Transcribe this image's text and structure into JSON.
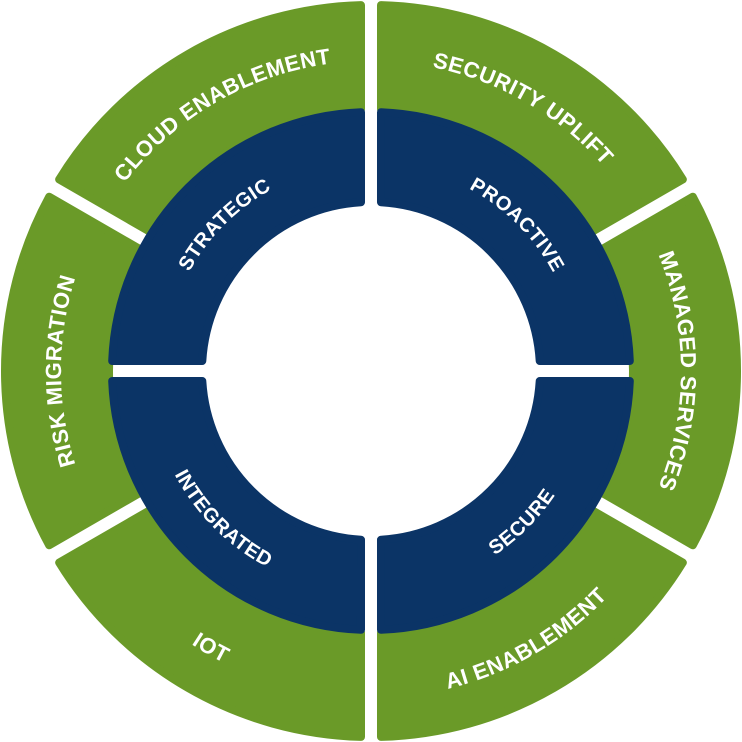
{
  "colors": {
    "outer": "#6a9a28",
    "inner": "#0b3466",
    "text": "#ffffff"
  },
  "outer_ring": [
    {
      "label": "SECURITY UPLIFT"
    },
    {
      "label": "MANAGED SERVICES"
    },
    {
      "label": "AI ENABLEMENT"
    },
    {
      "label": "IOT"
    },
    {
      "label": "RISK MIGRATION"
    },
    {
      "label": "CLOUD ENABLEMENT"
    }
  ],
  "inner_ring": [
    {
      "label": "PROACTIVE"
    },
    {
      "label": "SECURE"
    },
    {
      "label": "INTEGRATED"
    },
    {
      "label": "STRATEGIC"
    }
  ]
}
